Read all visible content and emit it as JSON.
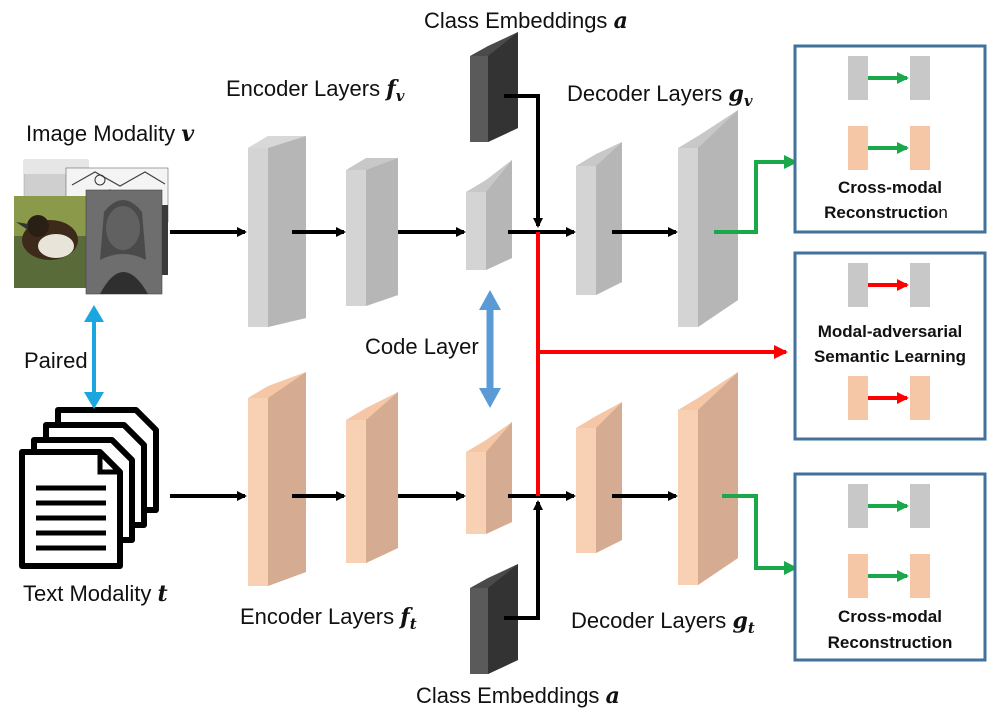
{
  "labels": {
    "class_emb_top": "Class Embeddings",
    "class_emb_top_sym": "a",
    "class_emb_bottom": "Class Embeddings",
    "class_emb_bottom_sym": "a",
    "encoder_v": "Encoder Layers",
    "encoder_v_sym": "f",
    "encoder_v_sub": "v",
    "decoder_v": "Decoder Layers",
    "decoder_v_sym": "g",
    "decoder_v_sub": "v",
    "encoder_t": "Encoder Layers",
    "encoder_t_sym": "f",
    "encoder_t_sub": "t",
    "decoder_t": "Decoder Layers",
    "decoder_t_sym": "g",
    "decoder_t_sub": "t",
    "image_modality": "Image Modality",
    "image_modality_sym": "v",
    "text_modality": "Text Modality",
    "text_modality_sym": "t",
    "paired": "Paired",
    "code_layer": "Code Layer"
  },
  "boxes": {
    "top": {
      "line1": "Cross-modal",
      "line2": "Reconstructio",
      "line2_tail": "n"
    },
    "middle": {
      "line1": "Modal-adversarial",
      "line2": "Semantic Learning"
    },
    "bottom": {
      "line1": "Cross-modal",
      "line2": "Reconstruction"
    }
  },
  "colors": {
    "image_layer": "#c8c8c8",
    "text_layer": "#f6c7a6",
    "class_embedding": "#4a4a4a",
    "adversarial_arrow": "#ff0000",
    "reconstruction_arrow": "#1aa84a",
    "paired_arrow": "#1ca6e0",
    "code_arrow": "#5b9bd5",
    "box_border": "#41719c"
  }
}
